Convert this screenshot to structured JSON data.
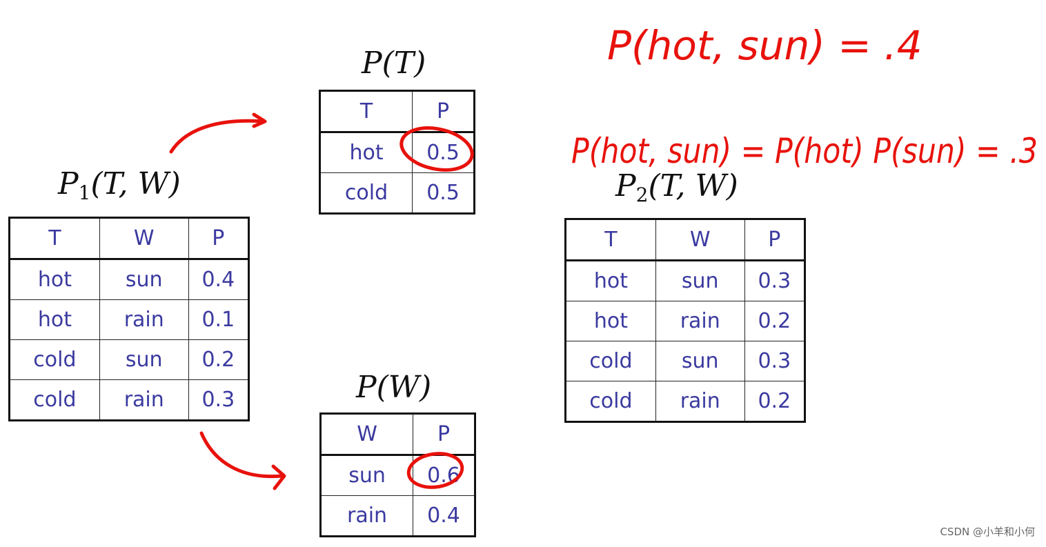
{
  "titles": {
    "pt": "P(T)",
    "p1": {
      "base": "P",
      "sub": "1",
      "args": "(T, W)"
    },
    "pw": "P(W)",
    "p2": {
      "base": "P",
      "sub": "2",
      "args": "(T, W)"
    }
  },
  "pt_table": {
    "headers": [
      "T",
      "P"
    ],
    "rows": [
      [
        "hot",
        "0.5"
      ],
      [
        "cold",
        "0.5"
      ]
    ]
  },
  "p1_table": {
    "headers": [
      "T",
      "W",
      "P"
    ],
    "rows": [
      [
        "hot",
        "sun",
        "0.4"
      ],
      [
        "hot",
        "rain",
        "0.1"
      ],
      [
        "cold",
        "sun",
        "0.2"
      ],
      [
        "cold",
        "rain",
        "0.3"
      ]
    ]
  },
  "pw_table": {
    "headers": [
      "W",
      "P"
    ],
    "rows": [
      [
        "sun",
        "0.6"
      ],
      [
        "rain",
        "0.4"
      ]
    ]
  },
  "p2_table": {
    "headers": [
      "T",
      "W",
      "P"
    ],
    "rows": [
      [
        "hot",
        "sun",
        "0.3"
      ],
      [
        "hot",
        "rain",
        "0.2"
      ],
      [
        "cold",
        "sun",
        "0.3"
      ],
      [
        "cold",
        "rain",
        "0.2"
      ]
    ]
  },
  "annotations": {
    "line1": "P(hot, sun) = .4",
    "line2": "P(hot, sun) = P(hot) P(sun) = .3",
    "color": "#e8120c"
  },
  "watermark": "CSDN @小羊和小何"
}
